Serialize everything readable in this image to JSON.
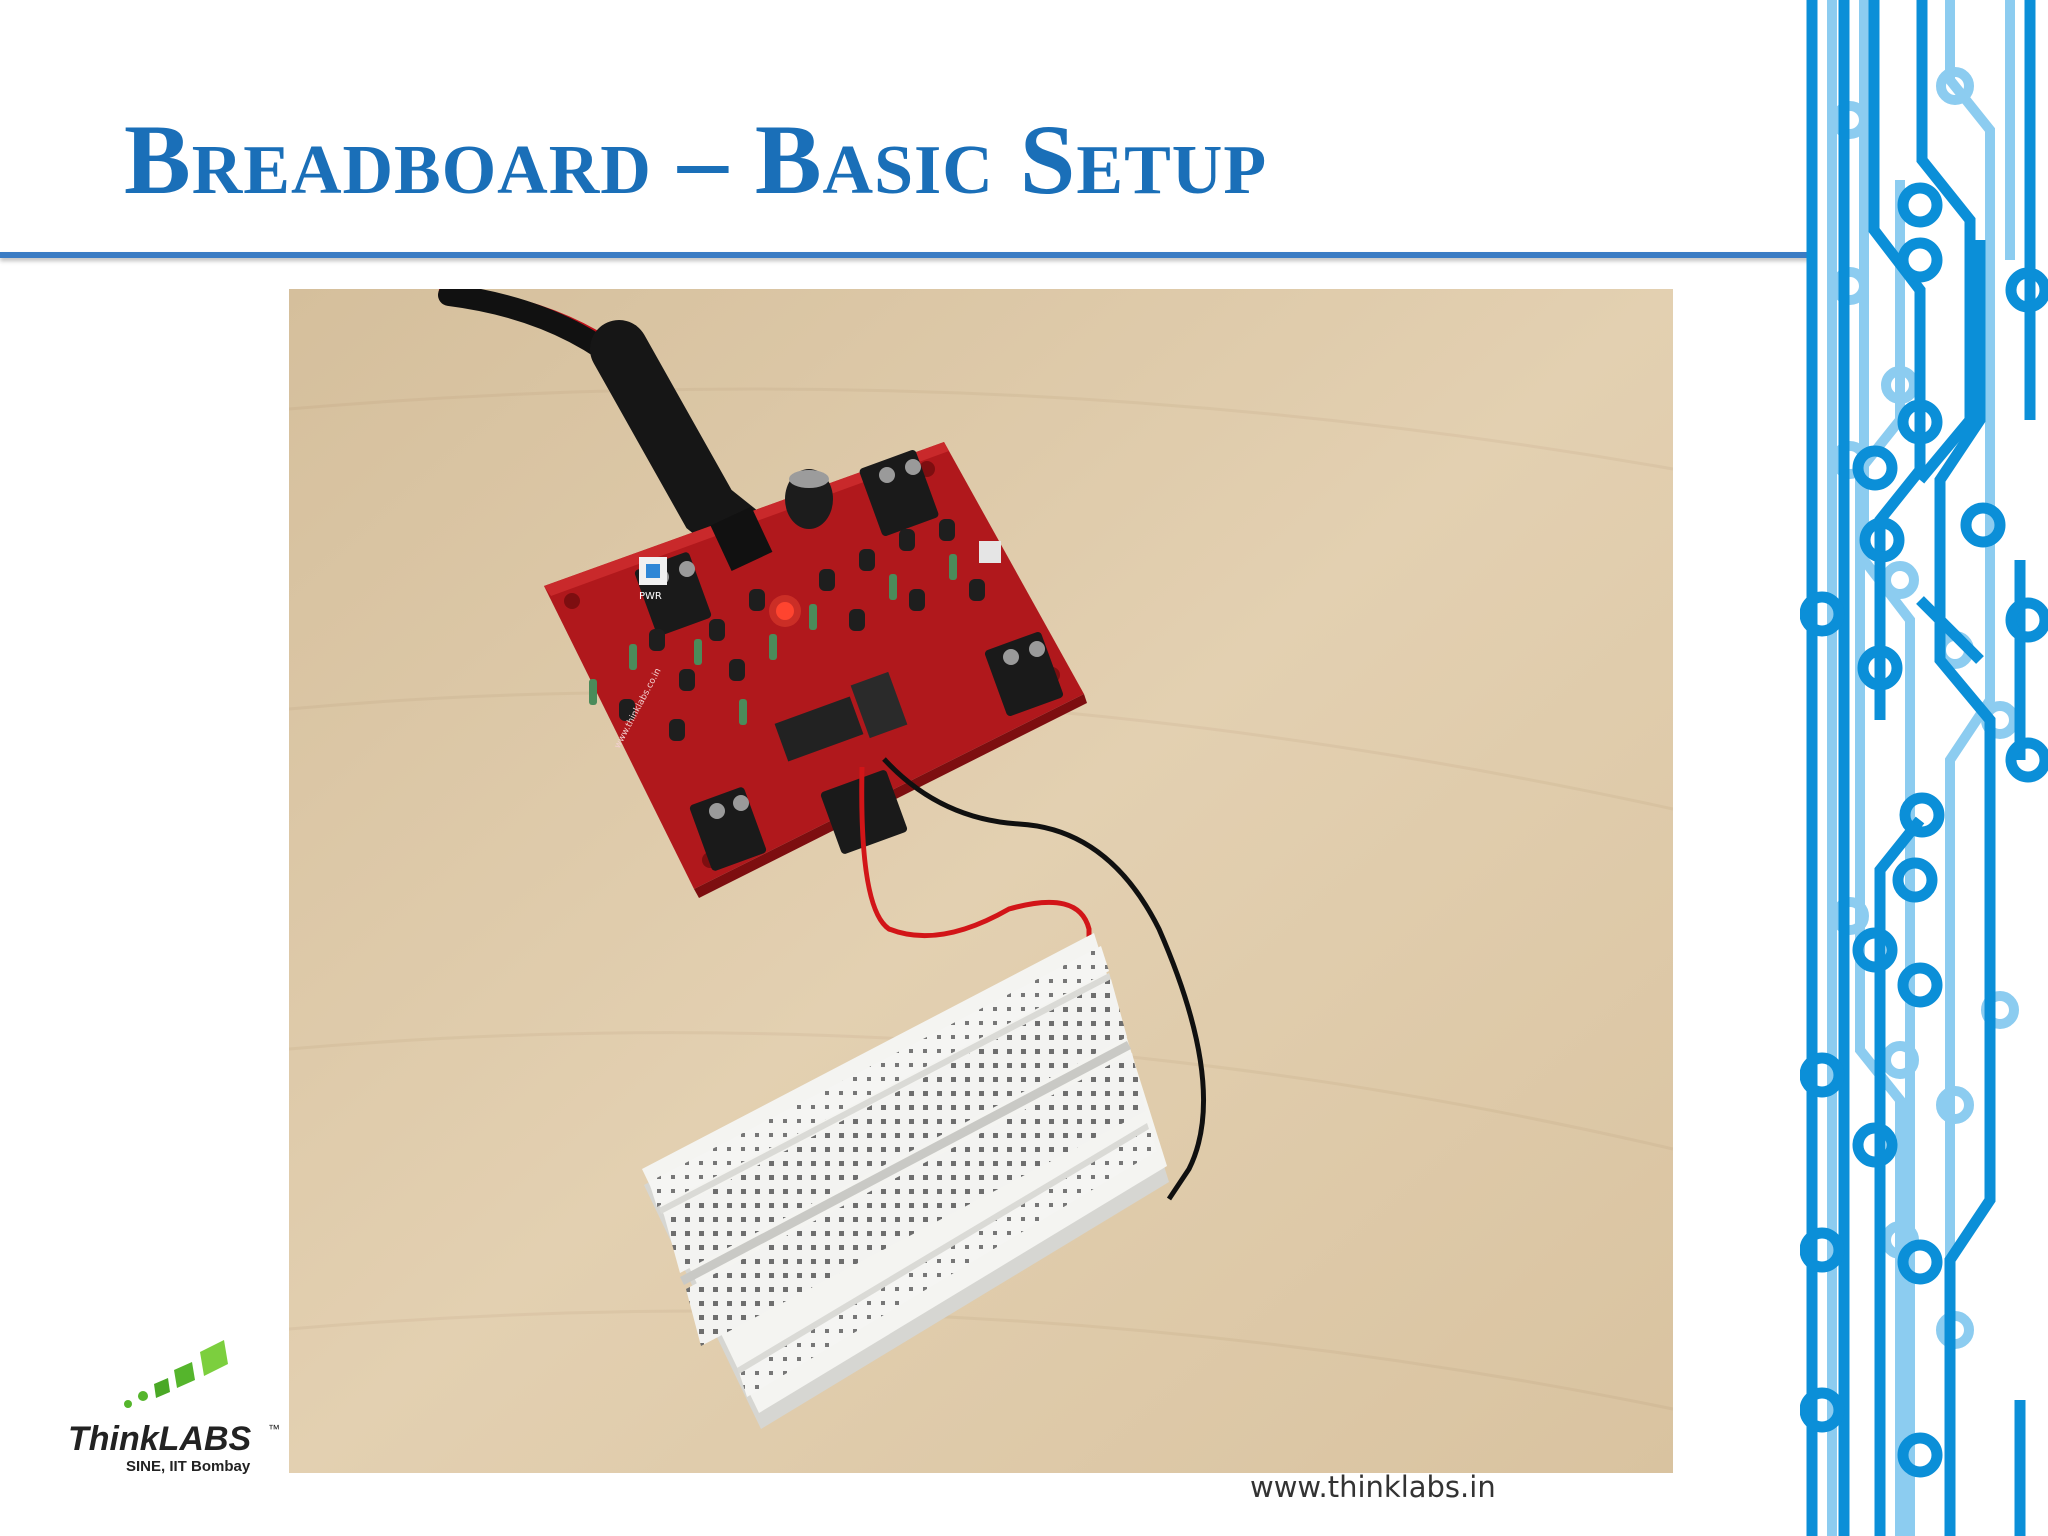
{
  "slide": {
    "title": "Breadboard – Basic Setup",
    "footer_url": "www.thinklabs.in"
  },
  "photo": {
    "board_label_pwr": "PWR",
    "board_silkscreen": "www.thinklabs.co.in"
  },
  "logo": {
    "name": "ThinkLABS",
    "trademark": "™",
    "subtitle": "SINE, IIT Bombay"
  },
  "colors": {
    "title_blue": "#1a6fb8",
    "rule_blue": "#3a7cc4",
    "circuit_dark": "#0f8fd6",
    "circuit_light": "#7cc4ee",
    "pcb_red": "#b0181c",
    "table": "#ddc8a6",
    "logo_green": "#55b52c"
  }
}
